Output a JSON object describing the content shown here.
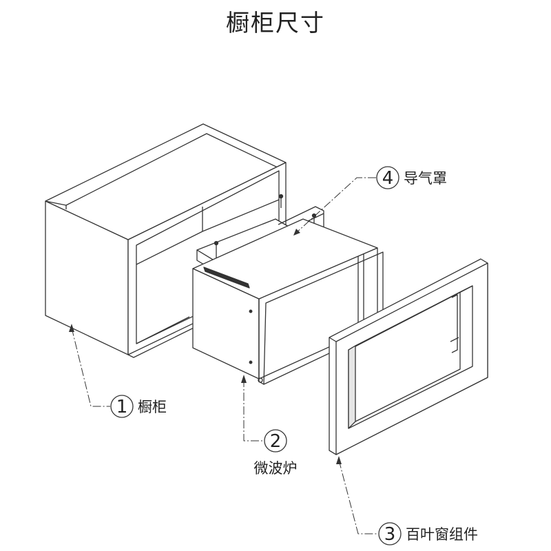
{
  "title": "橱柜尺寸",
  "callouts": [
    {
      "number": "1",
      "label": "橱柜"
    },
    {
      "number": "2",
      "label": "微波炉"
    },
    {
      "number": "3",
      "label": "百叶窗组件"
    },
    {
      "number": "4",
      "label": "导气罩"
    }
  ],
  "colors": {
    "line": "#333333",
    "fill": "#ffffff",
    "shade": "#cfcfcf"
  }
}
